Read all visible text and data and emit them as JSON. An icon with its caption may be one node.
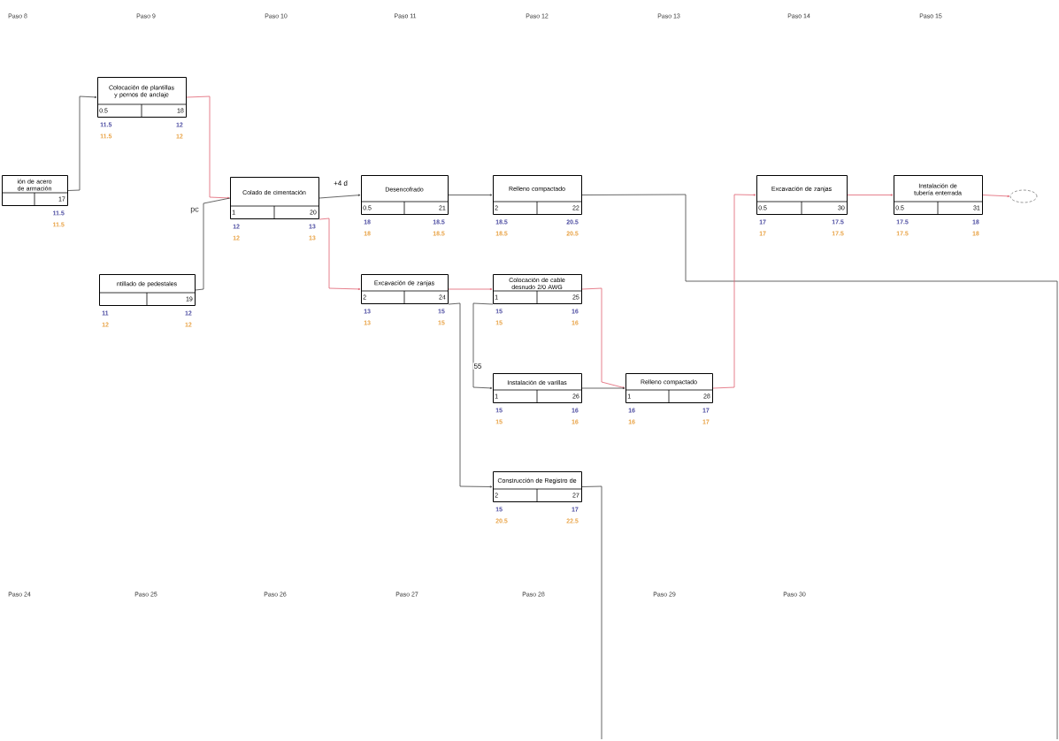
{
  "diagram": {
    "nodes": [
      {
        "text": [
          "ión de acero de armación",
          "17"
        ],
        "beside": [
          "11.5",
          "11.5"
        ]
      },
      {
        "text": [
          "Colocación de plantillas y pernos de anclaje",
          "0.5",
          "18"
        ],
        "beside": [
          "11.5",
          "12",
          "11.5",
          "12"
        ]
      },
      {
        "text": [
          "ntillado de pedestales",
          "19"
        ],
        "beside": [
          "11",
          "12",
          "12",
          "12"
        ]
      },
      {
        "text": [
          "Colado de cimentación",
          "1",
          "20"
        ],
        "beside": [
          "12",
          "13",
          "12",
          "13"
        ]
      },
      {
        "text": [
          "Desencofrado",
          "0.5",
          "21"
        ],
        "beside": [
          "18",
          "18.5",
          "18",
          "18.5"
        ]
      },
      {
        "text": [
          "Relleno compactado",
          "2",
          "22"
        ],
        "beside": [
          "18.5",
          "20.5",
          "18.5",
          "20.5"
        ]
      },
      {
        "text": [
          "Excavación de zanjas",
          "2",
          "24"
        ],
        "beside": [
          "13",
          "15",
          "13",
          "15"
        ]
      },
      {
        "text": [
          "Colocación de cable desnudo 2/0 AWG",
          "1",
          "25"
        ],
        "beside": [
          "15",
          "16",
          "15",
          "16"
        ]
      },
      {
        "text": [
          "Instalación de varillas",
          "1",
          "26"
        ],
        "beside": [
          "15",
          "16",
          "15",
          "16"
        ]
      },
      {
        "text": [
          "Relleno compactado",
          "1",
          "28"
        ],
        "beside": [
          "16",
          "17",
          "16",
          "17"
        ]
      },
      {
        "text": [
          "Construcción de Registro de",
          "2",
          "27"
        ],
        "beside": [
          "15",
          "17",
          "20.5",
          "22.5"
        ]
      },
      {
        "text": [
          "Excavación de zanjas",
          "0.5",
          "30"
        ],
        "beside": [
          "17",
          "17.5",
          "17",
          "17.5"
        ]
      },
      {
        "text": [
          "Instalación de tubería enterrada",
          "0.5",
          "31"
        ],
        "beside": [
          "17.5",
          "18",
          "17.5",
          "18"
        ]
      },
      {
        "text": [],
        "shape": "circle"
      }
    ],
    "edges": [
      {
        "from": 0,
        "to": 1,
        "arrow": "to"
      },
      {
        "from": 1,
        "to": 3,
        "arrow": "to",
        "color": "#e06070"
      },
      {
        "from": 2,
        "to": 3,
        "arrow": "none"
      },
      {
        "from": 3,
        "to": 4,
        "arrow": "to",
        "label": "+4 d"
      },
      {
        "from": 3,
        "to": 6,
        "arrow": "to",
        "color": "#e06070"
      },
      {
        "from": 4,
        "to": 5,
        "arrow": "to"
      },
      {
        "from": 5,
        "to": null,
        "arrow": "none"
      },
      {
        "from": 6,
        "to": 7,
        "arrow": "to",
        "color": "#e06070"
      },
      {
        "from": 6,
        "to": 10,
        "arrow": "to"
      },
      {
        "from": 7,
        "to": 8,
        "arrow": "to",
        "label": "55"
      },
      {
        "from": 7,
        "to": 9,
        "arrow": "to",
        "color": "#e06070"
      },
      {
        "from": 8,
        "to": 9,
        "arrow": "to"
      },
      {
        "from": 9,
        "to": 11,
        "arrow": "to",
        "color": "#e06070"
      },
      {
        "from": 11,
        "to": 12,
        "arrow": "to",
        "color": "#e06070"
      },
      {
        "from": 12,
        "to": 13,
        "arrow": "to",
        "color": "#e06070"
      },
      {
        "from": 10,
        "to": null,
        "arrow": "none"
      }
    ],
    "labels": [
      "Paso 8",
      "Paso 9",
      "Paso 10",
      "Paso 11",
      "Paso 12",
      "Paso 13",
      "Paso 14",
      "Paso 15",
      "pc",
      "Paso 24",
      "Paso 25",
      "Paso 26",
      "Paso 27",
      "Paso 28",
      "Paso 29",
      "Paso 30"
    ]
  }
}
